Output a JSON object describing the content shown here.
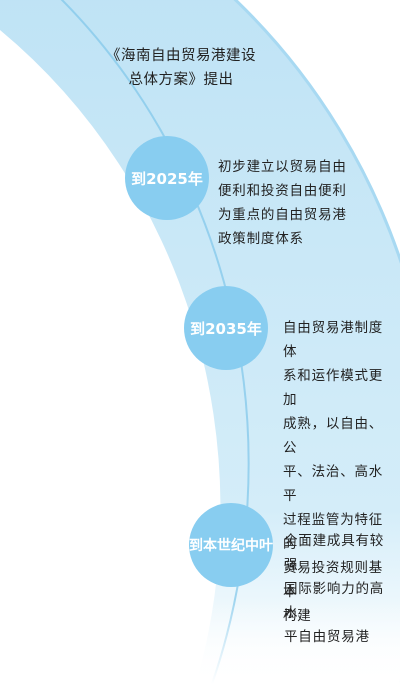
{
  "title_lines": [
    "《海南自由贸易港建设",
    "总体方案》提出"
  ],
  "colors": {
    "band": "#c2e5f6",
    "band_edge": "#8fcfee",
    "milestone": "#88cdf0",
    "text": "#222222"
  },
  "milestones": [
    {
      "label": "到2025年",
      "desc_lines": [
        "初步建立以贸易自由",
        "便利和投资自由便利",
        "为重点的自由贸易港",
        "政策制度体系"
      ]
    },
    {
      "label": "到2035年",
      "desc_lines": [
        "自由贸易港制度体",
        "系和运作模式更加",
        "成熟，以自由、公",
        "平、法治、高水平",
        "过程监管为特征的",
        "贸易投资规则基本",
        "构建"
      ]
    },
    {
      "label": "到本世纪中叶",
      "desc_lines": [
        "全面建成具有较强",
        "国际影响力的高水",
        "平自由贸易港"
      ]
    }
  ]
}
